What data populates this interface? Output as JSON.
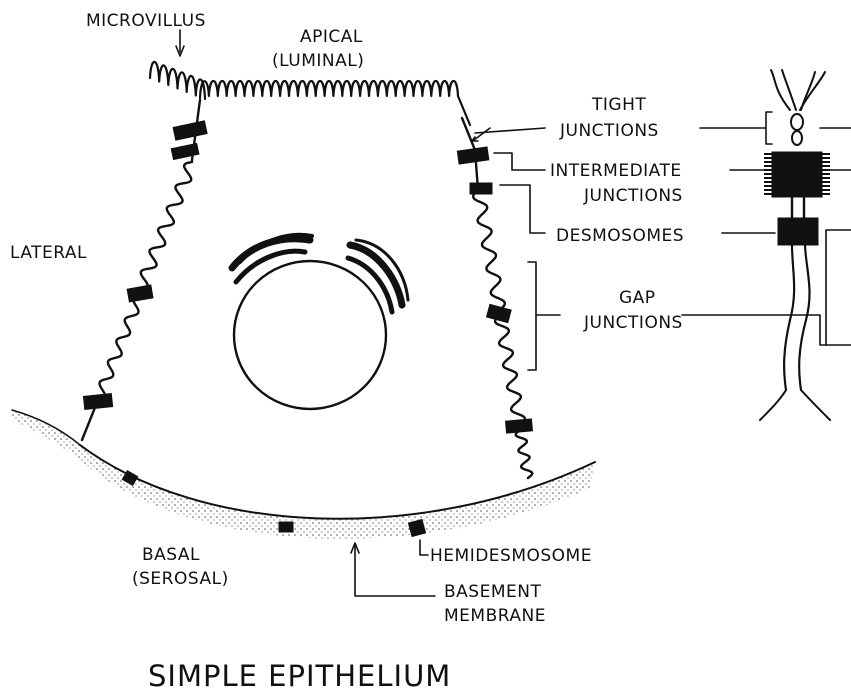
{
  "labels": {
    "microvillus": "MICROVILLUS",
    "apical_1": "APICAL",
    "apical_2": "(LUMINAL)",
    "lateral": "LATERAL",
    "tight_1": "TIGHT",
    "tight_2": "JUNCTIONS",
    "intermediate_1": "INTERMEDIATE",
    "intermediate_2": "JUNCTIONS",
    "desmosomes": "DESMOSOMES",
    "gap_1": "GAP",
    "gap_2": "JUNCTIONS",
    "hemidesmosome": "HEMIDESMOSOME",
    "basement_1": "BASEMENT",
    "basement_2": "MEMBRANE",
    "basal_1": "BASAL",
    "basal_2": "(SEROSAL)"
  },
  "title": "SIMPLE EPITHELIUM",
  "colors": {
    "ink": "#111111",
    "background": "#ffffff",
    "stipple": "#555555"
  }
}
